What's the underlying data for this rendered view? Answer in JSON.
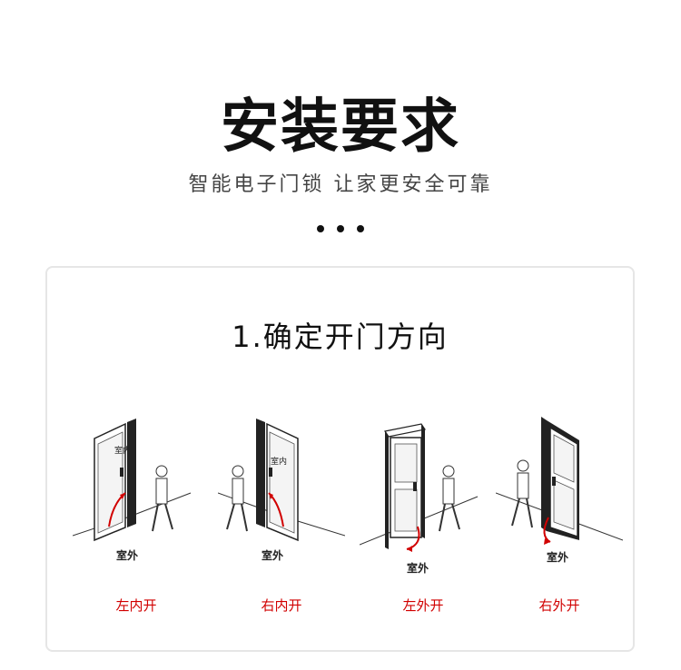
{
  "header": {
    "title": "安装要求",
    "subtitle": "智能电子门锁  让家更安全可靠"
  },
  "section": {
    "title": "1.确定开门方向",
    "diagrams": [
      {
        "caption": "左内开",
        "inside": "室内",
        "outside": "室外"
      },
      {
        "caption": "右内开",
        "inside": "室内",
        "outside": "室外"
      },
      {
        "caption": "左外开",
        "outside": "室外"
      },
      {
        "caption": "右外开",
        "outside": "室外"
      }
    ]
  },
  "colors": {
    "caption": "#d10000",
    "arrow": "#d10000"
  }
}
